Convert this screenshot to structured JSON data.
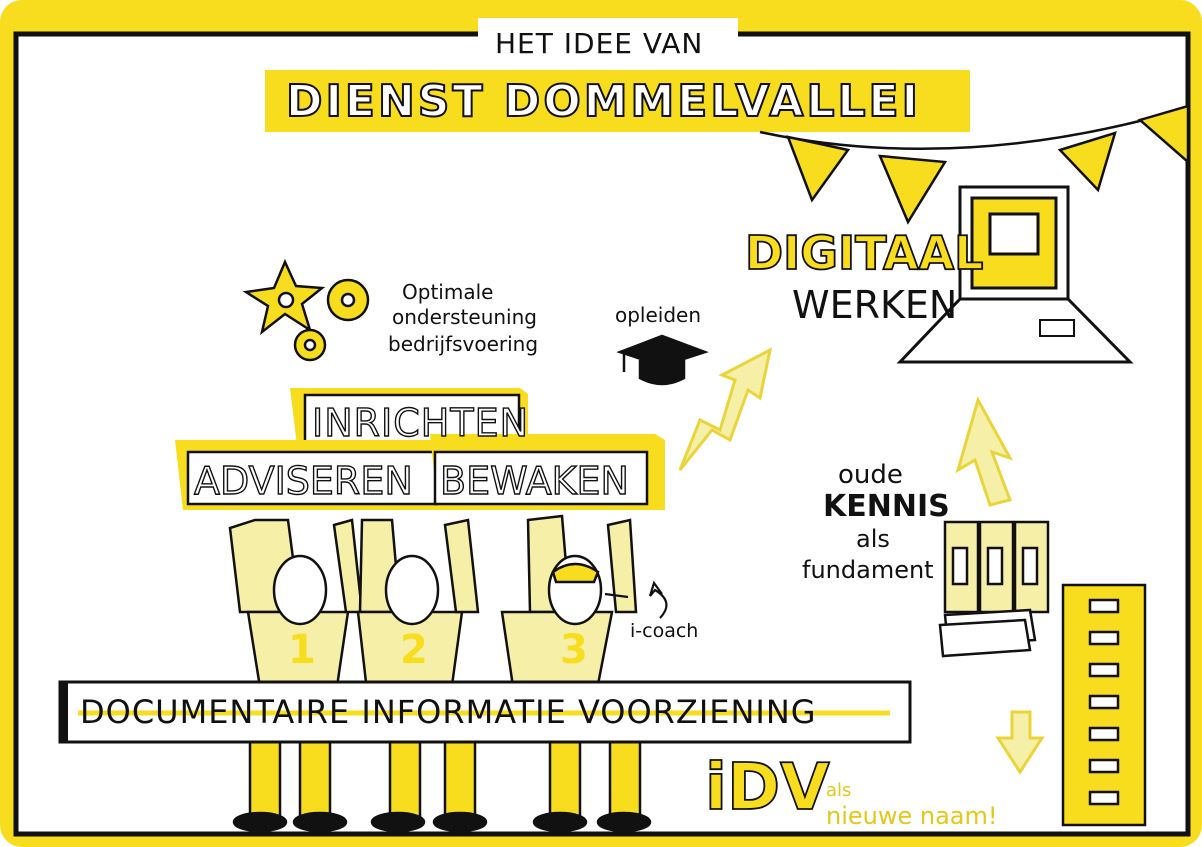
{
  "header": {
    "top_line": "HET IDEE VAN",
    "title": "DIENST DOMMELVALLEI"
  },
  "left_note": {
    "line1": "Optimale",
    "line2": "ondersteuning",
    "line3": "bedrijfsvoering"
  },
  "training": {
    "label": "opleiden"
  },
  "blocks": {
    "top": "INRICHTEN",
    "left": "ADVISEREN",
    "right": "BEWAKEN"
  },
  "figures": {
    "n1": "1",
    "n2": "2",
    "n3": "3",
    "coach_label": "i-coach"
  },
  "banner": {
    "text": "DOCUMENTAIRE INFORMATIE VOORZIENING"
  },
  "digital": {
    "line1": "DIGITAAL",
    "line2": "WERKEN"
  },
  "knowledge": {
    "line1": "oude",
    "line2": "KENNIS",
    "line3": "als",
    "line4": "fundament"
  },
  "new_name": {
    "acronym": "iDV",
    "line1": "als",
    "line2": "nieuwe naam!"
  },
  "colors": {
    "yellow": "#f7dd1e",
    "pale_yellow": "#f6efa8",
    "ink": "#111111"
  }
}
